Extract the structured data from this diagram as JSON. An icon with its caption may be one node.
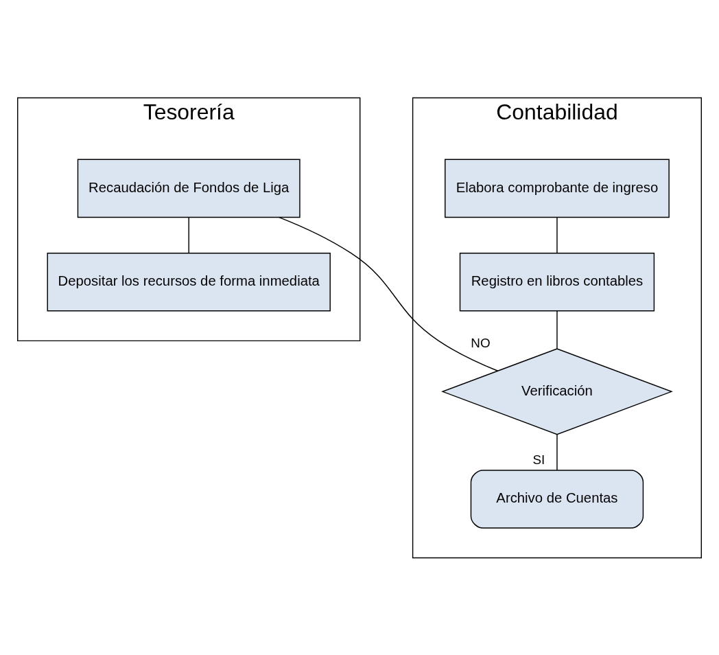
{
  "diagram": {
    "nodes": [
      {
        "text": [
          "Tesorería"
        ]
      },
      {
        "text": [
          "Recaudación de Fondos de Liga"
        ],
        "in": 0
      },
      {
        "text": [
          "Depositar los recursos de forma inmediata"
        ],
        "in": 0
      },
      {
        "text": [
          "Contabilidad"
        ]
      },
      {
        "text": [
          "Elabora comprobante de ingreso"
        ],
        "in": 3
      },
      {
        "text": [
          "Registro en libros contables"
        ],
        "in": 3
      },
      {
        "text": [
          "Verificación"
        ],
        "in": 3
      },
      {
        "text": [
          "Archivo de Cuentas"
        ],
        "in": 3
      }
    ],
    "edges": [
      {
        "from": 1,
        "to": 2,
        "arrow": "none"
      },
      {
        "from": 6,
        "to": 1,
        "arrow": "none",
        "label": "NO"
      },
      {
        "from": 4,
        "to": 5,
        "arrow": "none"
      },
      {
        "from": 5,
        "to": 6,
        "arrow": "none"
      },
      {
        "from": 6,
        "to": 7,
        "arrow": "none",
        "label": "SI"
      }
    ]
  }
}
